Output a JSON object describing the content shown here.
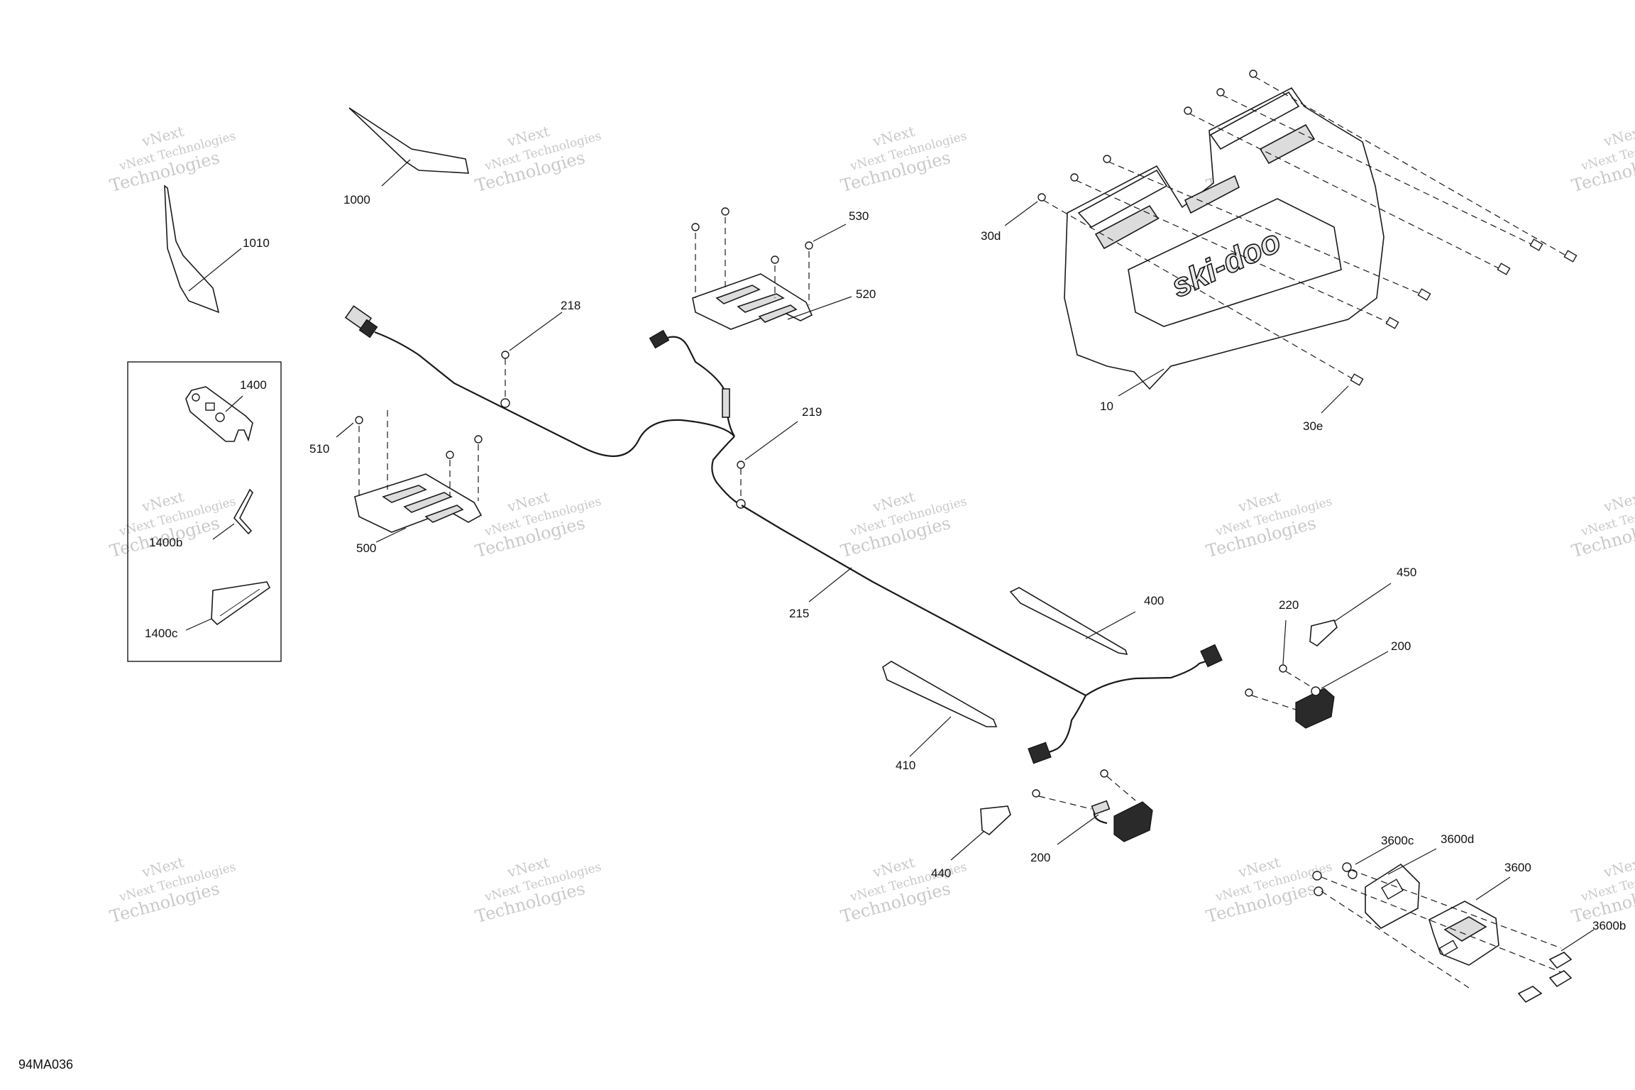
{
  "watermark": {
    "line1": "vNext",
    "line2": "vNext Technologies",
    "line3": "Technologies"
  },
  "diagram_code": "94MA036",
  "brand_logo_text": "ski-doo",
  "callouts": [
    {
      "id": "c1000",
      "text": "1000"
    },
    {
      "id": "c1010",
      "text": "1010"
    },
    {
      "id": "c1400",
      "text": "1400"
    },
    {
      "id": "c1400b",
      "text": "1400b"
    },
    {
      "id": "c1400c",
      "text": "1400c"
    },
    {
      "id": "c218",
      "text": "218"
    },
    {
      "id": "c219",
      "text": "219"
    },
    {
      "id": "c215",
      "text": "215"
    },
    {
      "id": "c510",
      "text": "510"
    },
    {
      "id": "c500",
      "text": "500"
    },
    {
      "id": "c520",
      "text": "520"
    },
    {
      "id": "c530",
      "text": "530"
    },
    {
      "id": "c30d",
      "text": "30d"
    },
    {
      "id": "c30e",
      "text": "30e"
    },
    {
      "id": "c10",
      "text": "10"
    },
    {
      "id": "c400",
      "text": "400"
    },
    {
      "id": "c410",
      "text": "410"
    },
    {
      "id": "c440",
      "text": "440"
    },
    {
      "id": "c450",
      "text": "450"
    },
    {
      "id": "c220",
      "text": "220"
    },
    {
      "id": "c200a",
      "text": "200"
    },
    {
      "id": "c200b",
      "text": "200"
    },
    {
      "id": "c3600c",
      "text": "3600c"
    },
    {
      "id": "c3600d",
      "text": "3600d"
    },
    {
      "id": "c3600",
      "text": "3600"
    },
    {
      "id": "c3600b",
      "text": "3600b"
    }
  ]
}
